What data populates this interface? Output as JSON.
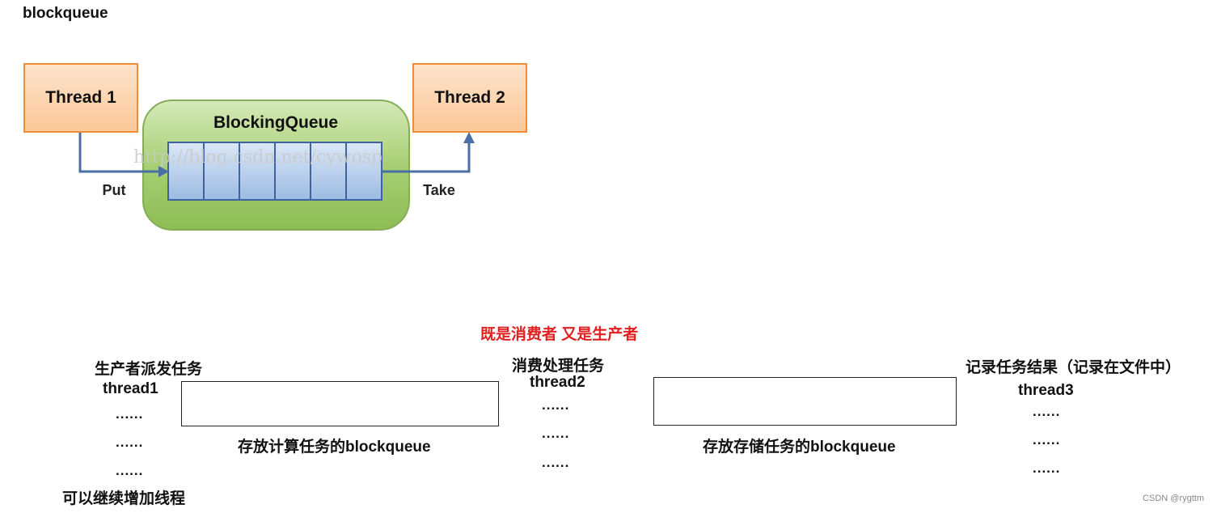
{
  "title": "blockqueue",
  "top_diagram": {
    "thread1": "Thread 1",
    "thread2": "Thread 2",
    "queue_label": "BlockingQueue",
    "put_label": "Put",
    "take_label": "Take",
    "watermark": "http://blog.csdn.net/cywosp",
    "queue_slots": 6,
    "colors": {
      "thread_fill": "#fbd2ae",
      "thread_border": "#ef8c3a",
      "container_fill": "#9cc566",
      "container_border": "#86ad58",
      "slot_fill": "#b6cdea",
      "slot_border": "#3f62a0",
      "arrow": "#4a6fa5"
    }
  },
  "bottom_diagram": {
    "dual_role_note": "既是消费者 又是生产者",
    "producer_title": "生产者派发任务",
    "producer_thread": "thread1",
    "producer_more": "可以继续增加线程",
    "compute_queue_label": "存放计算任务的blockqueue",
    "consumer_title": "消费处理任务",
    "consumer_thread": "thread2",
    "storage_queue_label": "存放存储任务的blockqueue",
    "recorder_title": "记录任务结果（记录在文件中）",
    "recorder_thread": "thread3",
    "ellipsis": "......",
    "note_color": "#e02020"
  },
  "credit": "CSDN @rygttm"
}
